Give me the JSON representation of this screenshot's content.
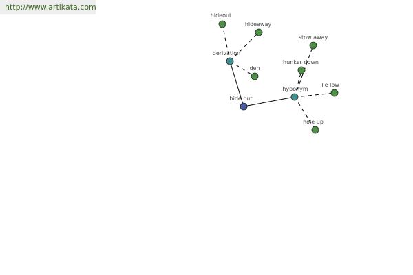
{
  "site": {
    "url": "http://www.artikata.com"
  },
  "graph": {
    "colors": {
      "center_fill": "#4d5aa0",
      "relation_fill": "#3f8f95",
      "leaf_fill": "#4f8f4a",
      "node_stroke": "#1f2f1f",
      "edge": "#000000",
      "url_text": "#3d6b1e",
      "banner_bg": "#eeeeee",
      "label": "#444444"
    },
    "nodes": [
      {
        "id": "hideout-center",
        "label": "hide out",
        "kind": "center"
      },
      {
        "id": "derivation",
        "label": "derivation",
        "kind": "relation"
      },
      {
        "id": "hyponym",
        "label": "hyponym",
        "kind": "relation"
      },
      {
        "id": "hideout",
        "label": "hideout",
        "kind": "leaf"
      },
      {
        "id": "hideaway",
        "label": "hideaway",
        "kind": "leaf"
      },
      {
        "id": "den",
        "label": "den",
        "kind": "leaf"
      },
      {
        "id": "stow-away",
        "label": "stow away",
        "kind": "leaf"
      },
      {
        "id": "hunker-down",
        "label": "hunker down",
        "kind": "leaf"
      },
      {
        "id": "lie-low",
        "label": "lie low",
        "kind": "leaf"
      },
      {
        "id": "hole-up",
        "label": "hole up",
        "kind": "leaf"
      }
    ],
    "edges": [
      {
        "from": "hideout-center",
        "to": "derivation",
        "style": "solid"
      },
      {
        "from": "hideout-center",
        "to": "hyponym",
        "style": "solid"
      },
      {
        "from": "derivation",
        "to": "hideout",
        "style": "dashed"
      },
      {
        "from": "derivation",
        "to": "hideaway",
        "style": "dashed"
      },
      {
        "from": "derivation",
        "to": "den",
        "style": "dashed"
      },
      {
        "from": "hyponym",
        "to": "stow-away",
        "style": "dashed"
      },
      {
        "from": "hyponym",
        "to": "hunker-down",
        "style": "dashed"
      },
      {
        "from": "hyponym",
        "to": "lie-low",
        "style": "dashed"
      },
      {
        "from": "hyponym",
        "to": "hole-up",
        "style": "dashed"
      }
    ]
  }
}
